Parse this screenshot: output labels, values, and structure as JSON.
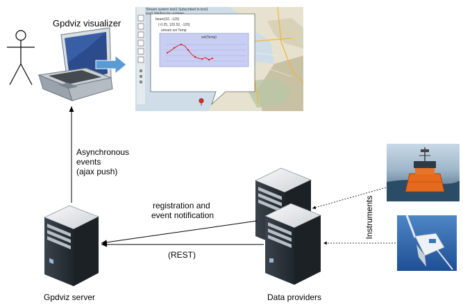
{
  "visualizer": {
    "title": "Gpdviz visualizer",
    "screenshot": {
      "status_line_1": "Stream system   test1   Subscribed to test1",
      "status_line_2": "test1   Waiting for updates",
      "tree_item_1": "beam(32, -120)",
      "tree_item_2": "(-0.25, 120.52, -120)",
      "tree_item_3": "stream sst Temp",
      "plot_title": "sst(Temp)"
    }
  },
  "server": {
    "label": "Gpdviz server"
  },
  "providers": {
    "label": "Data providers"
  },
  "arrows": {
    "async_events": [
      "Asynchronous",
      "events",
      "(ajax push)"
    ],
    "registration": [
      "registration and",
      "event notification"
    ],
    "rest": "(REST)",
    "instruments": "Instruments"
  },
  "colors": {
    "arrow_blue": "#5b9bd5",
    "screen_bg": "#2b4b8c",
    "server_dark": "#2b3138",
    "server_light": "#e6e8ea",
    "buoy_orange": "#e66a1c",
    "map_water": "#cfdde9",
    "plot_line": "#d00000"
  },
  "icons": {
    "user": "stick-figure-icon",
    "laptop": "laptop-icon",
    "server": "server-tower-icon",
    "buoy": "buoy-photo",
    "sensor": "sensor-photo"
  }
}
